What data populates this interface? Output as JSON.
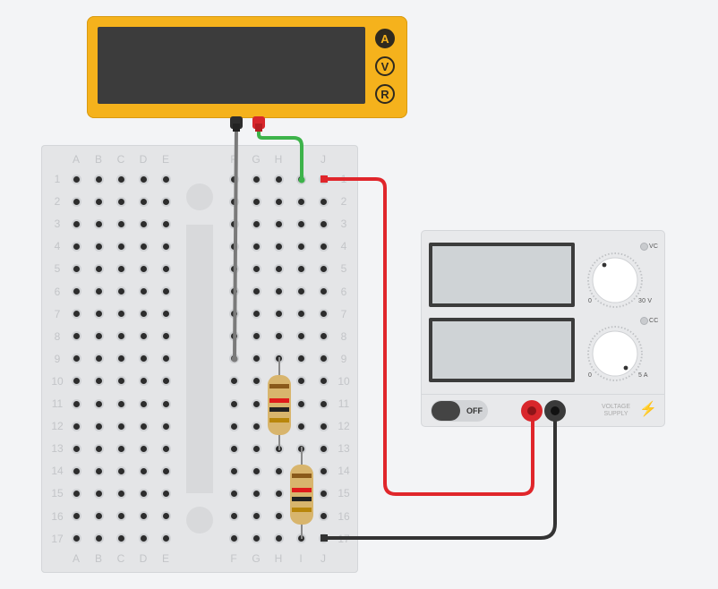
{
  "multimeter": {
    "modes": [
      "A",
      "V",
      "R"
    ],
    "selected_mode": "A"
  },
  "power_supply": {
    "voltage_indicator": "VC",
    "current_indicator": "CC",
    "voltage_knob": {
      "min": "0",
      "max": "30 V"
    },
    "current_knob": {
      "min": "0",
      "max": "5 A"
    },
    "power_switch": "OFF",
    "brand_label_line1": "VOLTAGE",
    "brand_label_line2": "SUPPLY",
    "bolt_icon": "lightning-bolt-icon"
  },
  "breadboard": {
    "columns_left": [
      "A",
      "B",
      "C",
      "D",
      "E"
    ],
    "columns_right": [
      "F",
      "G",
      "H",
      "I",
      "J"
    ],
    "rows": [
      "1",
      "2",
      "3",
      "4",
      "5",
      "6",
      "7",
      "8",
      "9",
      "10",
      "11",
      "12",
      "13",
      "14",
      "15",
      "16",
      "17"
    ]
  },
  "colors": {
    "meter_body": "#f5b21c",
    "wire_red": "#e0262b",
    "wire_black": "#333333",
    "wire_green": "#3db34a",
    "probe_gray": "#7a7a7a"
  }
}
